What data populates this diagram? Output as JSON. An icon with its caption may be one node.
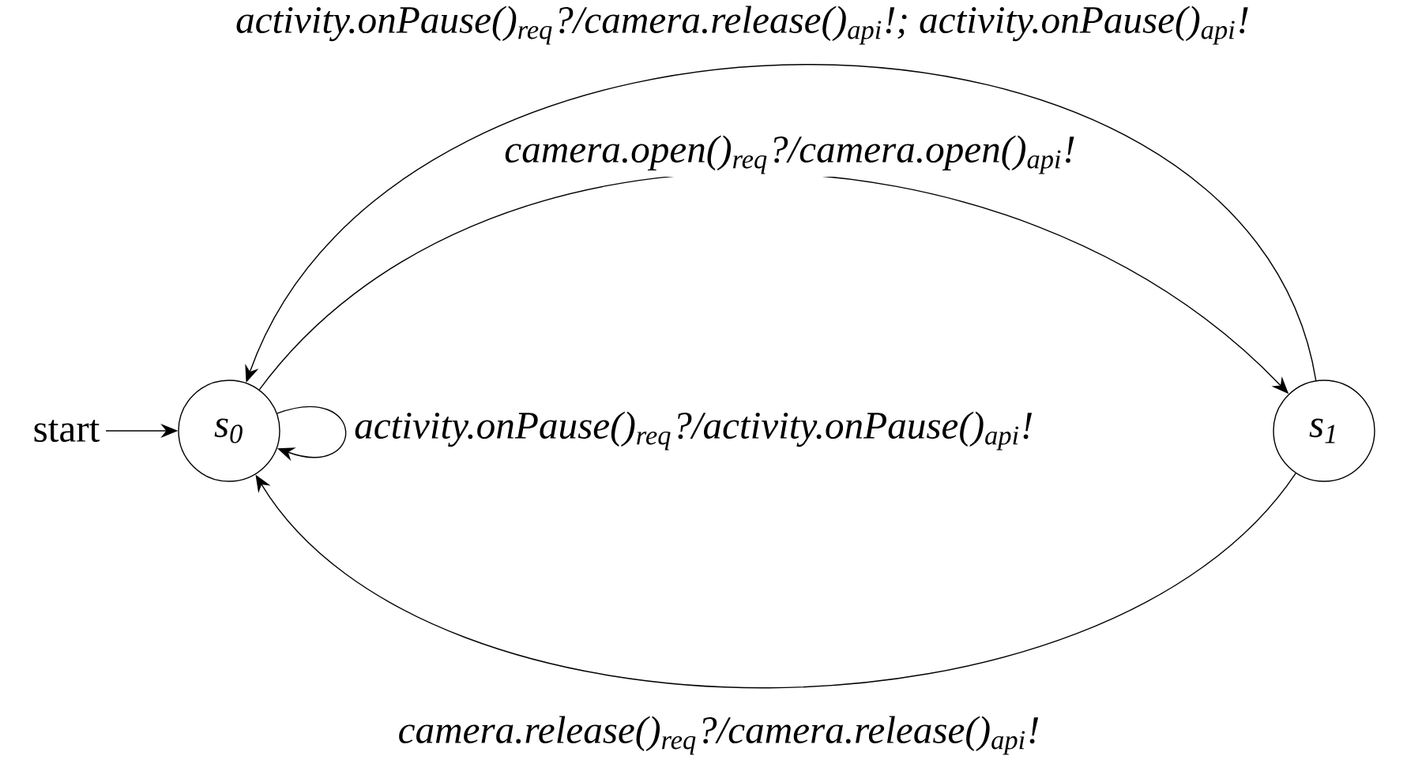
{
  "diagram": {
    "nodes": [
      {
        "text": [
          "start"
        ]
      },
      {
        "text": [
          "s$_{0}$"
        ]
      },
      {
        "text": [
          "s$_{1}$"
        ]
      }
    ],
    "edges": [
      {
        "from": 0,
        "to": 1,
        "arrow": "to"
      },
      {
        "from": 1,
        "to": 2,
        "arrow": "to",
        "label": "camera.open()$_{req}$?/camera.open()$_{api}$!"
      },
      {
        "from": 2,
        "to": 1,
        "arrow": "to",
        "label": "activity.onPause()$_{req}$?/camera.release()$_{api}$!; activity.onPause()$_{api}$!"
      },
      {
        "from": 1,
        "to": 1,
        "arrow": "to",
        "label": "activity.onPause()$_{req}$?/activity.onPause()$_{api}$!"
      },
      {
        "from": 2,
        "to": 1,
        "arrow": "to",
        "label": "camera.release()$_{req}$?/camera.release()$_{api}$!"
      }
    ]
  }
}
